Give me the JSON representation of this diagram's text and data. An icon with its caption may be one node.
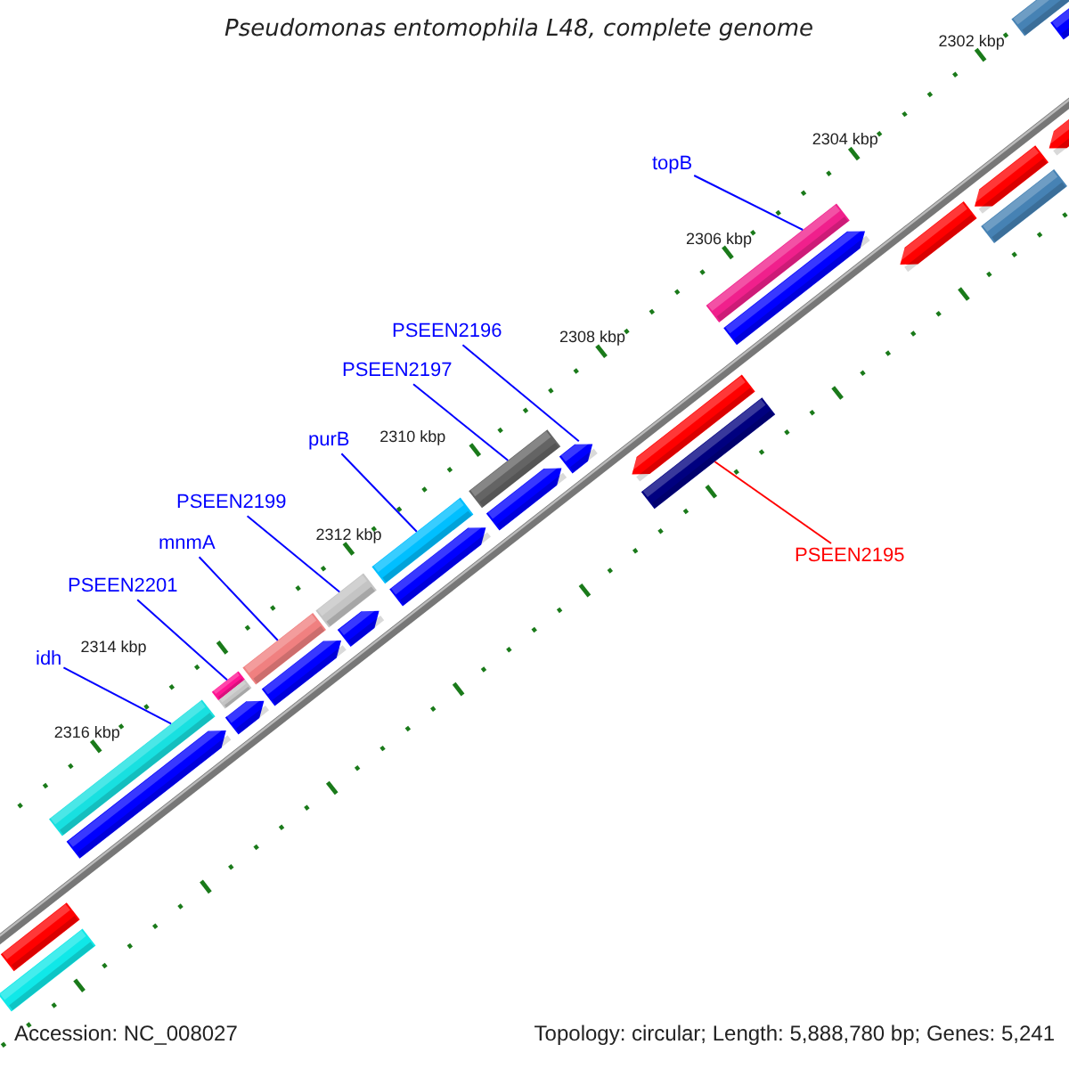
{
  "diagram": {
    "title": "Pseudomonas entomophila L48, complete genome",
    "nodes": [
      {
        "text": [
          "topB"
        ]
      },
      {
        "text": [
          "PSEEN2196"
        ]
      },
      {
        "text": [
          "PSEEN2197"
        ]
      },
      {
        "text": [
          "purB"
        ]
      },
      {
        "text": [
          "PSEEN2199"
        ]
      },
      {
        "text": [
          "mnmA"
        ]
      },
      {
        "text": [
          "PSEEN2195"
        ]
      },
      {
        "text": [
          "PSEEN2201"
        ]
      },
      {
        "text": [
          "idh"
        ]
      },
      {
        "text": [],
        "shape": "bar"
      },
      {
        "text": [],
        "shape": "bar"
      },
      {
        "text": [],
        "shape": "bar"
      },
      {
        "text": [],
        "shape": "bar"
      },
      {
        "text": [],
        "shape": "bar"
      },
      {
        "text": [],
        "shape": "bar"
      },
      {
        "text": [],
        "shape": "bar"
      },
      {
        "text": [],
        "shape": "bar"
      },
      {
        "text": [],
        "shape": "bar"
      },
      {
        "text": [],
        "shape": "bar"
      },
      {
        "text": [],
        "shape": "bar"
      },
      {
        "text": [],
        "shape": "bar"
      },
      {
        "text": [],
        "shape": "bar"
      },
      {
        "text": [],
        "shape": "bar"
      },
      {
        "text": [],
        "shape": "bar"
      },
      {
        "text": [],
        "shape": "bar"
      },
      {
        "text": [],
        "shape": "bar"
      },
      {
        "text": [],
        "shape": "bar"
      },
      {
        "text": [],
        "shape": "bar"
      },
      {
        "text": [],
        "shape": "bar"
      },
      {
        "text": [],
        "shape": "bar"
      },
      {
        "text": [],
        "shape": "bar"
      },
      {
        "text": [],
        "shape": "bar"
      },
      {
        "text": [],
        "shape": "bar"
      },
      {
        "text": [],
        "shape": "bar"
      },
      {
        "text": [],
        "shape": "bar"
      }
    ],
    "edges": [
      {
        "from": 0,
        "to": 17,
        "arrow": "none"
      },
      {
        "from": 1,
        "to": 15,
        "arrow": "none"
      },
      {
        "from": 2,
        "to": 14,
        "arrow": "none"
      },
      {
        "from": 3,
        "to": 13,
        "arrow": "none"
      },
      {
        "from": 4,
        "to": 12,
        "arrow": "none"
      },
      {
        "from": 5,
        "to": 11,
        "arrow": "none"
      },
      {
        "from": 6,
        "to": 16,
        "arrow": "none",
        "color": "#ff0000"
      },
      {
        "from": 7,
        "to": 10,
        "arrow": "none"
      },
      {
        "from": 8,
        "to": 9,
        "arrow": "none"
      }
    ],
    "labels": [
      "2302 kbp",
      "2304 kbp",
      "2306 kbp",
      "2308 kbp",
      "2310 kbp",
      "2312 kbp",
      "2314 kbp",
      "2316 kbp",
      "Accession: NC_008027",
      "Topology: circular; Length: 5,888,780 bp; Genes: 5,241"
    ]
  }
}
